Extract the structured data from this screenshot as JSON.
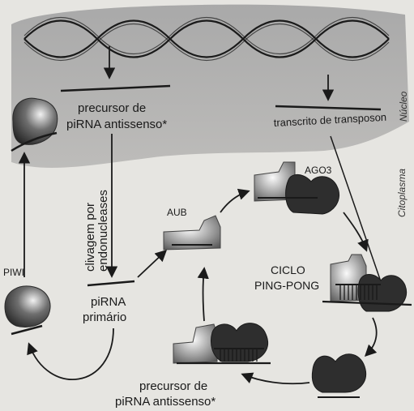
{
  "labels": {
    "nucleo": "Núcleo",
    "citoplasma": "Citoplasma",
    "precursor_top_line1": "precursor de",
    "precursor_top_line2": "piRNA antissenso*",
    "transcrito": "transcrito de transposon",
    "clivagem_line1": "clivagem por",
    "clivagem_line2": "endonucleases",
    "pirna_primario_line1": "piRNA",
    "pirna_primario_line2": "primário",
    "piwi": "PIWI",
    "aub": "AUB",
    "ago3": "AGO3",
    "ciclo_line1": "CICLO",
    "ciclo_line2": "PING-PONG",
    "precursor_bottom_line1": "precursor de",
    "precursor_bottom_line2": "piRNA antissenso*"
  }
}
